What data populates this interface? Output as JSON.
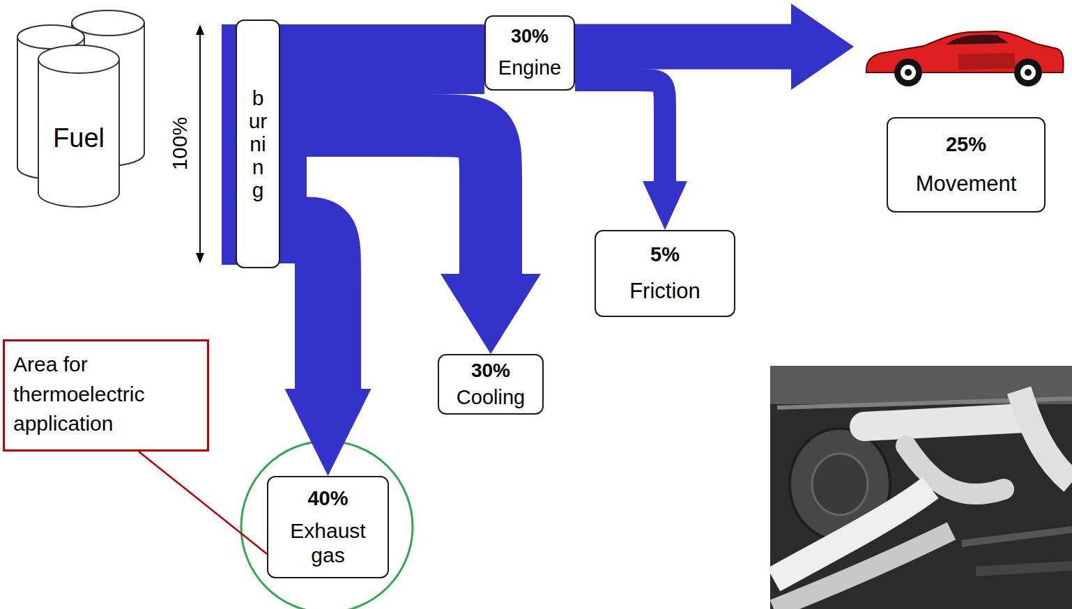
{
  "diagram": {
    "nodes": [
      {
        "text": [
          "Fuel"
        ]
      },
      {
        "text": [
          "burning"
        ]
      },
      {
        "text": [
          "30%",
          "Engine"
        ]
      },
      {
        "text": [
          "25%",
          "Movement"
        ]
      },
      {
        "text": [
          "5%",
          "Friction"
        ]
      },
      {
        "text": [
          "Area for thermoelectric application"
        ]
      },
      {
        "text": [
          "30%",
          "Cooling"
        ]
      },
      {
        "text": [
          "40%",
          "Exhaust gas"
        ]
      }
    ],
    "edges": [
      {
        "from": 1,
        "to": 2,
        "arrow": "none"
      },
      {
        "from": 2,
        "to": 3,
        "arrow": "to"
      },
      {
        "from": 2,
        "to": 4,
        "arrow": "to"
      },
      {
        "from": 1,
        "to": 6,
        "arrow": "to"
      },
      {
        "from": 1,
        "to": 7,
        "arrow": "to"
      },
      {
        "from": 5,
        "to": 7,
        "arrow": "none"
      }
    ],
    "labels": [
      "100%"
    ]
  }
}
